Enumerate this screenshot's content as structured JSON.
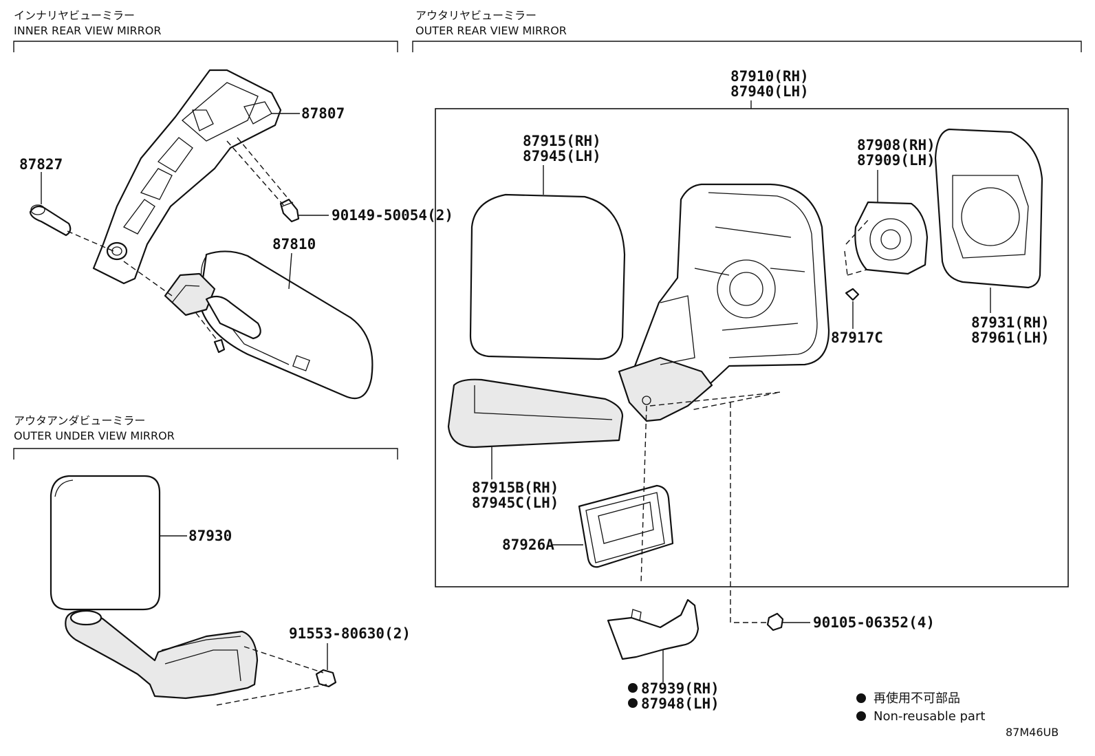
{
  "sections": {
    "inner_rear": {
      "jp": "インナリヤビューミラー",
      "en": "INNER REAR VIEW MIRROR"
    },
    "outer_rear": {
      "jp": "アウタリヤビューミラー",
      "en": "OUTER REAR VIEW MIRROR"
    },
    "outer_under": {
      "jp": "アウタアンダビューミラー",
      "en": "OUTER UNDER VIEW MIRROR"
    }
  },
  "parts": {
    "p87807": "87807",
    "p87827": "87827",
    "p90149": "90149-50054(2)",
    "p87810": "87810",
    "p87930": "87930",
    "p91553": "91553-80630(2)",
    "p87910_rh": "87910(RH)",
    "p87940_lh": "87940(LH)",
    "p87915_rh": "87915(RH)",
    "p87945_lh": "87945(LH)",
    "p87908_rh": "87908(RH)",
    "p87909_lh": "87909(LH)",
    "p87917c": "87917C",
    "p87931_rh": "87931(RH)",
    "p87961_lh": "87961(LH)",
    "p87915b_rh": "87915B(RH)",
    "p87945c_lh": "87945C(LH)",
    "p87926a": "87926A",
    "p90105": "90105-06352(4)",
    "p87939_rh": "87939(RH)",
    "p87948_lh": "87948(LH)"
  },
  "legend": {
    "jp": "再使用不可部品",
    "en": "Non-reusable part"
  },
  "diagram_code": "87M46UB"
}
